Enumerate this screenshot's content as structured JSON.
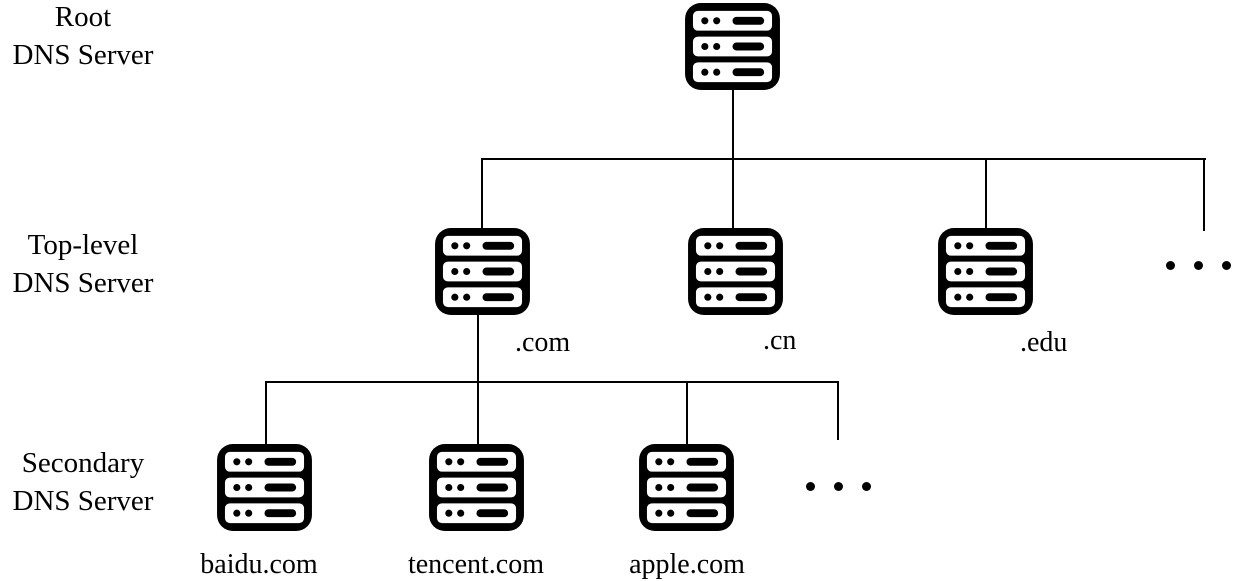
{
  "colors": {
    "background": "#ffffff",
    "ink": "#000000"
  },
  "row_labels": [
    {
      "line1": "Root",
      "line2": "DNS Server"
    },
    {
      "line1": "Top-level",
      "line2": "DNS Server"
    },
    {
      "line1": "Secondary",
      "line2": "DNS Server"
    }
  ],
  "tld_nodes": [
    {
      "caption": ".com"
    },
    {
      "caption": ".cn"
    },
    {
      "caption": ".edu"
    }
  ],
  "secondary_nodes": [
    {
      "caption": "baidu.com"
    },
    {
      "caption": "tencent.com"
    },
    {
      "caption": "apple.com"
    }
  ],
  "ellipsis": "..."
}
